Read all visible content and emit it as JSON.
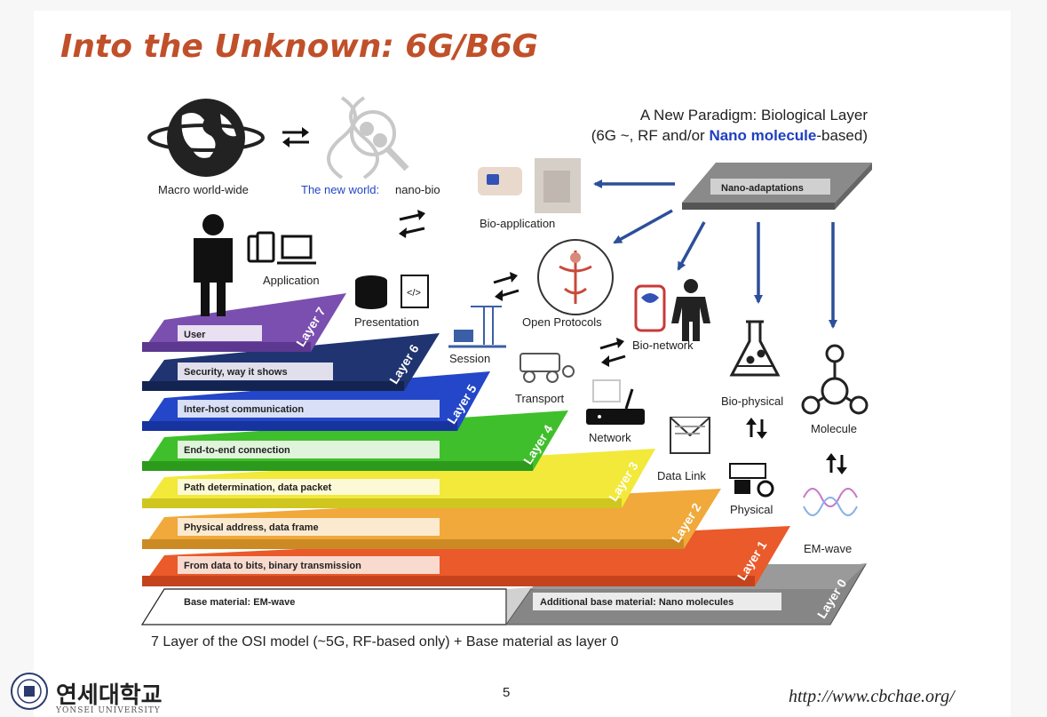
{
  "slide": {
    "title": "Into the Unknown: 6G/B6G",
    "paradigm_line1": "A New Paradigm: Biological Layer",
    "paradigm_line2_prefix": "(6G ~, RF and/or ",
    "paradigm_line2_highlight": "Nano molecule",
    "paradigm_line2_suffix": "-based)",
    "caption": "7 Layer of the OSI model (~5G, RF-based only) + Base material as layer 0",
    "page_number": "5",
    "url": "http://www.cbchae.org/",
    "university_korean": "연세대학교",
    "university_english": "YONSEI UNIVERSITY"
  },
  "top_labels": {
    "macro": "Macro world-wide",
    "new_world_prefix": "The new world:",
    "new_world_suffix": " nano-bio",
    "bio_application": "Bio-application",
    "nano_adaptations": "Nano-adaptations"
  },
  "layers": [
    {
      "tag": "Layer 7",
      "desc": "User",
      "color": "#7a4fb0"
    },
    {
      "tag": "Layer 6",
      "desc": "Security, way it shows",
      "color": "#1f3470"
    },
    {
      "tag": "Layer 5",
      "desc": "Inter-host communication",
      "color": "#2446c8"
    },
    {
      "tag": "Layer 4",
      "desc": "End-to-end connection",
      "color": "#3fbf2b"
    },
    {
      "tag": "Layer 3",
      "desc": "Path determination, data packet",
      "color": "#f2e93a"
    },
    {
      "tag": "Layer 2",
      "desc": "Physical address, data frame",
      "color": "#f0a93a"
    },
    {
      "tag": "Layer 1",
      "desc": "From data to bits, binary transmission",
      "color": "#ea5a2a"
    },
    {
      "tag": "Layer 0",
      "desc": "Base material: EM-wave",
      "desc2": "Additional base material: Nano molecules",
      "color": "#8c8c8c"
    }
  ],
  "osi_labels": {
    "application": "Application",
    "presentation": "Presentation",
    "session": "Session",
    "transport": "Transport",
    "network": "Network",
    "data_link": "Data Link",
    "physical": "Physical"
  },
  "bio_labels": {
    "open_protocols": "Open Protocols",
    "bio_network": "Bio-network",
    "bio_physical": "Bio-physical",
    "molecule": "Molecule",
    "em_wave": "EM-wave"
  },
  "colors": {
    "title": "#c0502a",
    "highlight": "#1f3fbf",
    "arrow": "#2d4f9a"
  }
}
